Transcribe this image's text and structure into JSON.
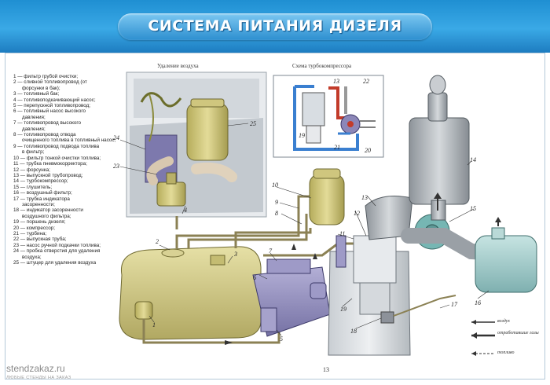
{
  "header": {
    "title": "СИСТЕМА ПИТАНИЯ ДИЗЕЛЯ"
  },
  "legend": [
    {
      "n": "1",
      "text": "— фильтр грубой очистки;",
      "cont": ""
    },
    {
      "n": "2",
      "text": "— сливной топливопровод (от",
      "cont": "форсунки в бак);"
    },
    {
      "n": "3",
      "text": "— топливный бак;",
      "cont": ""
    },
    {
      "n": "4",
      "text": "— топливоподкачивающий насос;",
      "cont": ""
    },
    {
      "n": "5",
      "text": "— перепускной топливопровод;",
      "cont": ""
    },
    {
      "n": "6",
      "text": "— топливный насос высокого",
      "cont": "давления;"
    },
    {
      "n": "7",
      "text": "— топливопровод высокого",
      "cont": "давления;"
    },
    {
      "n": "8",
      "text": "— топливопровод отвода",
      "cont": "очищенного топлива в топливный насос;"
    },
    {
      "n": "9",
      "text": "— топливопровод подвода топлива",
      "cont": "в фильтр;"
    },
    {
      "n": "10",
      "text": "— фильтр тонкой очистки топлива;",
      "cont": ""
    },
    {
      "n": "11",
      "text": "— трубка пневмокорректора;",
      "cont": ""
    },
    {
      "n": "12",
      "text": "— форсунка;",
      "cont": ""
    },
    {
      "n": "13",
      "text": "— выпускной трубопровод;",
      "cont": ""
    },
    {
      "n": "14",
      "text": "— турбокомпрессор;",
      "cont": ""
    },
    {
      "n": "15",
      "text": "— глушитель;",
      "cont": ""
    },
    {
      "n": "16",
      "text": "— воздушный фильтр;",
      "cont": ""
    },
    {
      "n": "17",
      "text": "— трубка индикатора",
      "cont": "засоренности;"
    },
    {
      "n": "18",
      "text": "— индикатор засоренности",
      "cont": "воздушного фильтра;"
    },
    {
      "n": "19",
      "text": "— поршень дизеля;",
      "cont": ""
    },
    {
      "n": "20",
      "text": "— компрессор;",
      "cont": ""
    },
    {
      "n": "21",
      "text": "— турбина;",
      "cont": ""
    },
    {
      "n": "22",
      "text": "— выпускная труба;",
      "cont": ""
    },
    {
      "n": "23",
      "text": "— насос ручной подкачки топлива;",
      "cont": ""
    },
    {
      "n": "24",
      "text": "— пробка отверстия для удаления",
      "cont": "воздуха;"
    },
    {
      "n": "25",
      "text": "— штуцер для удаления воздуха",
      "cont": ""
    }
  ],
  "captions": {
    "air_removal": "Удаление воздуха",
    "turbo_scheme": "Схема турбокомпрессора"
  },
  "callouts": [
    "1",
    "2",
    "3",
    "4",
    "5",
    "6",
    "7",
    "8",
    "9",
    "10",
    "11",
    "12",
    "13",
    "14",
    "15",
    "16",
    "17",
    "18",
    "19",
    "20",
    "21",
    "22",
    "23",
    "24",
    "25"
  ],
  "keys": {
    "air": "воздух",
    "exhaust": "отработавшие газы",
    "fuel": "топливо"
  },
  "page_number": "13",
  "watermark": {
    "site": "stendzakaz.ru",
    "tagline": "ЛЮБЫЕ СТЕНДЫ НА ЗАКАЗ"
  },
  "colors": {
    "header_blue": "#2a98d8",
    "tank_olive": "#c9c27a",
    "pump_violet": "#8c87b8",
    "muffler_gray": "#a9aeb4",
    "filter_teal": "#a9cfcf"
  }
}
